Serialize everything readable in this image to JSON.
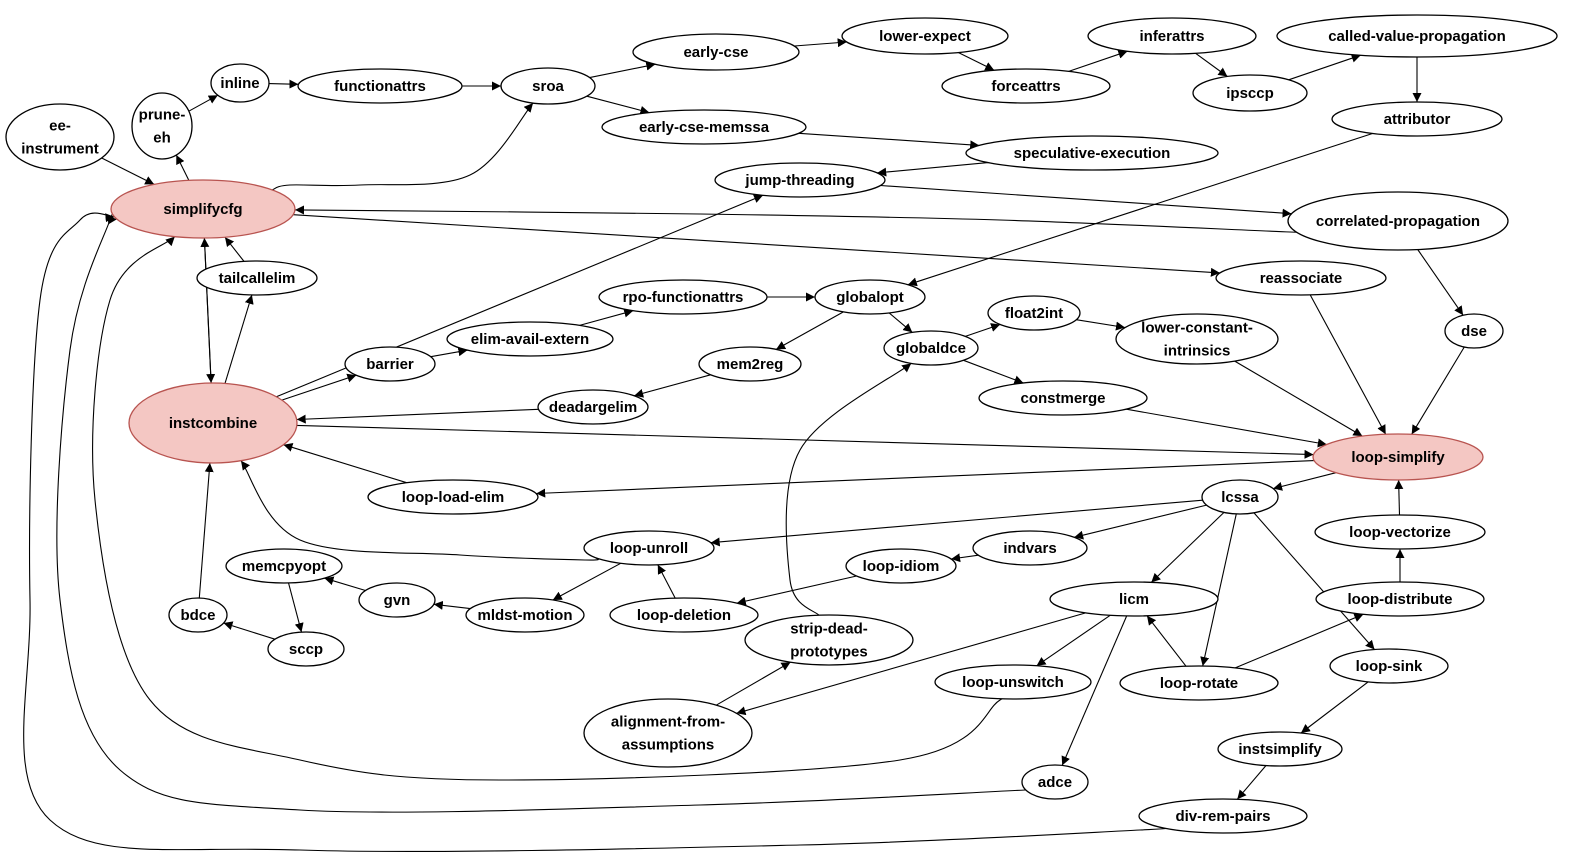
{
  "colors": {
    "highlight_fill": "#f4c7c3",
    "highlight_stroke": "#b85450",
    "stroke": "#000000",
    "background": "#ffffff"
  },
  "nodes": [
    {
      "id": "ee-instrument",
      "lines": [
        "ee-",
        "instrument"
      ]
    },
    {
      "id": "prune-eh",
      "lines": [
        "prune-",
        "eh"
      ]
    },
    {
      "id": "inline",
      "lines": [
        "inline"
      ]
    },
    {
      "id": "functionattrs",
      "lines": [
        "functionattrs"
      ]
    },
    {
      "id": "sroa",
      "lines": [
        "sroa"
      ]
    },
    {
      "id": "early-cse",
      "lines": [
        "early-cse"
      ]
    },
    {
      "id": "early-cse-memssa",
      "lines": [
        "early-cse-memssa"
      ]
    },
    {
      "id": "lower-expect",
      "lines": [
        "lower-expect"
      ]
    },
    {
      "id": "forceattrs",
      "lines": [
        "forceattrs"
      ]
    },
    {
      "id": "inferattrs",
      "lines": [
        "inferattrs"
      ]
    },
    {
      "id": "ipsccp",
      "lines": [
        "ipsccp"
      ]
    },
    {
      "id": "called-value-propagation",
      "lines": [
        "called-value-propagation"
      ]
    },
    {
      "id": "attributor",
      "lines": [
        "attributor"
      ]
    },
    {
      "id": "speculative-execution",
      "lines": [
        "speculative-execution"
      ]
    },
    {
      "id": "jump-threading",
      "lines": [
        "jump-threading"
      ]
    },
    {
      "id": "simplifycfg",
      "lines": [
        "simplifycfg"
      ],
      "highlight": true
    },
    {
      "id": "correlated-propagation",
      "lines": [
        "correlated-propagation"
      ]
    },
    {
      "id": "tailcallelim",
      "lines": [
        "tailcallelim"
      ]
    },
    {
      "id": "reassociate",
      "lines": [
        "reassociate"
      ]
    },
    {
      "id": "rpo-functionattrs",
      "lines": [
        "rpo-functionattrs"
      ]
    },
    {
      "id": "globalopt",
      "lines": [
        "globalopt"
      ]
    },
    {
      "id": "float2int",
      "lines": [
        "float2int"
      ]
    },
    {
      "id": "lower-constant-intrinsics",
      "lines": [
        "lower-constant-",
        "intrinsics"
      ]
    },
    {
      "id": "dse",
      "lines": [
        "dse"
      ]
    },
    {
      "id": "elim-avail-extern",
      "lines": [
        "elim-avail-extern"
      ]
    },
    {
      "id": "globaldce",
      "lines": [
        "globaldce"
      ]
    },
    {
      "id": "barrier",
      "lines": [
        "barrier"
      ]
    },
    {
      "id": "mem2reg",
      "lines": [
        "mem2reg"
      ]
    },
    {
      "id": "constmerge",
      "lines": [
        "constmerge"
      ]
    },
    {
      "id": "deadargelim",
      "lines": [
        "deadargelim"
      ]
    },
    {
      "id": "instcombine",
      "lines": [
        "instcombine"
      ],
      "highlight": true
    },
    {
      "id": "loop-simplify",
      "lines": [
        "loop-simplify"
      ],
      "highlight": true
    },
    {
      "id": "loop-load-elim",
      "lines": [
        "loop-load-elim"
      ]
    },
    {
      "id": "lcssa",
      "lines": [
        "lcssa"
      ]
    },
    {
      "id": "loop-vectorize",
      "lines": [
        "loop-vectorize"
      ]
    },
    {
      "id": "loop-unroll",
      "lines": [
        "loop-unroll"
      ]
    },
    {
      "id": "indvars",
      "lines": [
        "indvars"
      ]
    },
    {
      "id": "memcpyopt",
      "lines": [
        "memcpyopt"
      ]
    },
    {
      "id": "loop-idiom",
      "lines": [
        "loop-idiom"
      ]
    },
    {
      "id": "gvn",
      "lines": [
        "gvn"
      ]
    },
    {
      "id": "mldst-motion",
      "lines": [
        "mldst-motion"
      ]
    },
    {
      "id": "loop-deletion",
      "lines": [
        "loop-deletion"
      ]
    },
    {
      "id": "licm",
      "lines": [
        "licm"
      ]
    },
    {
      "id": "loop-distribute",
      "lines": [
        "loop-distribute"
      ]
    },
    {
      "id": "bdce",
      "lines": [
        "bdce"
      ]
    },
    {
      "id": "sccp",
      "lines": [
        "sccp"
      ]
    },
    {
      "id": "strip-dead-prototypes",
      "lines": [
        "strip-dead-",
        "prototypes"
      ]
    },
    {
      "id": "loop-unswitch",
      "lines": [
        "loop-unswitch"
      ]
    },
    {
      "id": "loop-rotate",
      "lines": [
        "loop-rotate"
      ]
    },
    {
      "id": "loop-sink",
      "lines": [
        "loop-sink"
      ]
    },
    {
      "id": "alignment-from-assumptions",
      "lines": [
        "alignment-from-",
        "assumptions"
      ]
    },
    {
      "id": "instsimplify",
      "lines": [
        "instsimplify"
      ]
    },
    {
      "id": "adce",
      "lines": [
        "adce"
      ]
    },
    {
      "id": "div-rem-pairs",
      "lines": [
        "div-rem-pairs"
      ]
    }
  ],
  "edges": [
    {
      "from": "ee-instrument",
      "to": "simplifycfg"
    },
    {
      "from": "simplifycfg",
      "to": "prune-eh"
    },
    {
      "from": "prune-eh",
      "to": "inline"
    },
    {
      "from": "inline",
      "to": "functionattrs"
    },
    {
      "from": "functionattrs",
      "to": "sroa"
    },
    {
      "from": "simplifycfg",
      "to": "sroa"
    },
    {
      "from": "sroa",
      "to": "early-cse"
    },
    {
      "from": "sroa",
      "to": "early-cse-memssa"
    },
    {
      "from": "early-cse",
      "to": "lower-expect"
    },
    {
      "from": "lower-expect",
      "to": "forceattrs"
    },
    {
      "from": "forceattrs",
      "to": "inferattrs"
    },
    {
      "from": "inferattrs",
      "to": "ipsccp"
    },
    {
      "from": "ipsccp",
      "to": "called-value-propagation"
    },
    {
      "from": "called-value-propagation",
      "to": "attributor"
    },
    {
      "from": "attributor",
      "to": "globalopt"
    },
    {
      "from": "early-cse-memssa",
      "to": "speculative-execution"
    },
    {
      "from": "speculative-execution",
      "to": "jump-threading"
    },
    {
      "from": "jump-threading",
      "to": "correlated-propagation"
    },
    {
      "from": "correlated-propagation",
      "to": "simplifycfg"
    },
    {
      "from": "correlated-propagation",
      "to": "dse"
    },
    {
      "from": "simplifycfg",
      "to": "reassociate"
    },
    {
      "from": "reassociate",
      "to": "loop-simplify"
    },
    {
      "from": "dse",
      "to": "loop-simplify"
    },
    {
      "from": "simplifycfg",
      "to": "instcombine"
    },
    {
      "from": "instcombine",
      "to": "simplifycfg"
    },
    {
      "from": "instcombine",
      "to": "tailcallelim"
    },
    {
      "from": "tailcallelim",
      "to": "simplifycfg"
    },
    {
      "from": "instcombine",
      "to": "jump-threading"
    },
    {
      "from": "instcombine",
      "to": "barrier"
    },
    {
      "from": "barrier",
      "to": "elim-avail-extern"
    },
    {
      "from": "elim-avail-extern",
      "to": "rpo-functionattrs"
    },
    {
      "from": "rpo-functionattrs",
      "to": "globalopt"
    },
    {
      "from": "globalopt",
      "to": "mem2reg"
    },
    {
      "from": "globalopt",
      "to": "globaldce"
    },
    {
      "from": "mem2reg",
      "to": "deadargelim"
    },
    {
      "from": "deadargelim",
      "to": "instcombine"
    },
    {
      "from": "globaldce",
      "to": "float2int"
    },
    {
      "from": "globaldce",
      "to": "constmerge"
    },
    {
      "from": "float2int",
      "to": "lower-constant-intrinsics"
    },
    {
      "from": "lower-constant-intrinsics",
      "to": "loop-simplify"
    },
    {
      "from": "constmerge",
      "to": "loop-simplify"
    },
    {
      "from": "instcombine",
      "to": "loop-simplify"
    },
    {
      "from": "loop-simplify",
      "to": "lcssa"
    },
    {
      "from": "loop-simplify",
      "to": "loop-load-elim"
    },
    {
      "from": "loop-load-elim",
      "to": "instcombine"
    },
    {
      "from": "lcssa",
      "to": "loop-unroll"
    },
    {
      "from": "lcssa",
      "to": "indvars"
    },
    {
      "from": "lcssa",
      "to": "licm"
    },
    {
      "from": "lcssa",
      "to": "loop-rotate"
    },
    {
      "from": "lcssa",
      "to": "loop-sink"
    },
    {
      "from": "indvars",
      "to": "loop-idiom"
    },
    {
      "from": "loop-idiom",
      "to": "loop-deletion"
    },
    {
      "from": "loop-deletion",
      "to": "loop-unroll"
    },
    {
      "from": "loop-unroll",
      "to": "instcombine"
    },
    {
      "from": "loop-unroll",
      "to": "mldst-motion"
    },
    {
      "from": "mldst-motion",
      "to": "gvn"
    },
    {
      "from": "gvn",
      "to": "memcpyopt"
    },
    {
      "from": "memcpyopt",
      "to": "sccp"
    },
    {
      "from": "sccp",
      "to": "bdce"
    },
    {
      "from": "bdce",
      "to": "instcombine"
    },
    {
      "from": "licm",
      "to": "loop-unswitch"
    },
    {
      "from": "licm",
      "to": "adce"
    },
    {
      "from": "licm",
      "to": "alignment-from-assumptions"
    },
    {
      "from": "loop-rotate",
      "to": "licm"
    },
    {
      "from": "loop-rotate",
      "to": "loop-distribute"
    },
    {
      "from": "loop-distribute",
      "to": "loop-vectorize"
    },
    {
      "from": "loop-vectorize",
      "to": "loop-simplify"
    },
    {
      "from": "loop-sink",
      "to": "instsimplify"
    },
    {
      "from": "instsimplify",
      "to": "div-rem-pairs"
    },
    {
      "from": "alignment-from-assumptions",
      "to": "strip-dead-prototypes"
    },
    {
      "from": "strip-dead-prototypes",
      "to": "globaldce"
    },
    {
      "from": "loop-unswitch",
      "to": "simplifycfg"
    },
    {
      "from": "adce",
      "to": "simplifycfg"
    },
    {
      "from": "div-rem-pairs",
      "to": "simplifycfg"
    }
  ]
}
